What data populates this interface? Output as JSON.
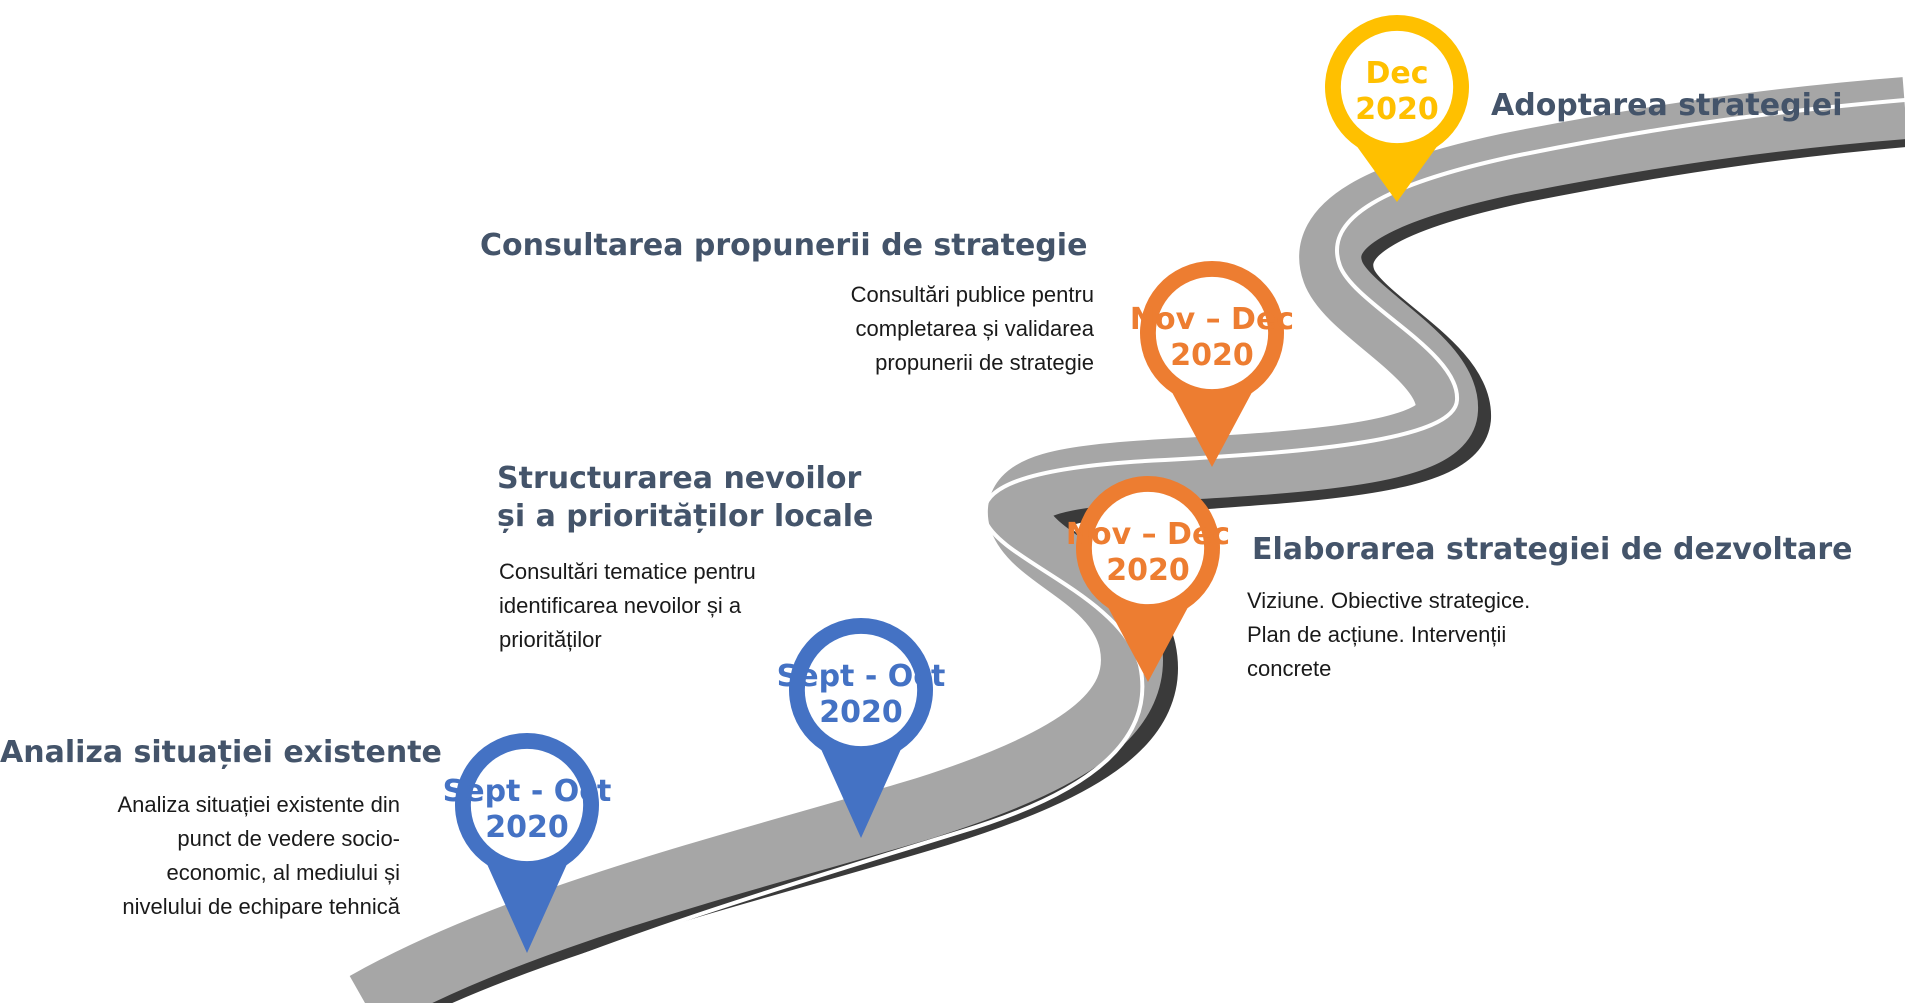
{
  "milestones": [
    {
      "title": "Analiza situației existente",
      "title_lines": [],
      "desc_lines": [
        "Analiza situației existente din",
        "punct de vedere socio-",
        "economic, al mediului și",
        "nivelului de echipare tehnică"
      ],
      "pin": {
        "line1": "Sept - Oct",
        "line2": "2020",
        "color": "#4472c4"
      }
    },
    {
      "title": "",
      "title_lines": [
        "Structurarea nevoilor",
        "și a priorităților locale"
      ],
      "desc_lines": [
        "Consultări tematice pentru",
        "identificarea nevoilor și a",
        "priorităților"
      ],
      "pin": {
        "line1": "Sept - Oct",
        "line2": "2020",
        "color": "#4472c4"
      }
    },
    {
      "title": "Elaborarea strategiei de dezvoltare",
      "title_lines": [],
      "desc_lines": [
        "Viziune. Obiective strategice.",
        "Plan de acțiune. Intervenții",
        "concrete"
      ],
      "pin": {
        "line1": "Nov – Dec",
        "line2": "2020",
        "color": "#ed7d31"
      }
    },
    {
      "title": "Consultarea propunerii de strategie",
      "title_lines": [],
      "desc_lines": [
        "Consultări publice pentru",
        "completarea și validarea",
        "propunerii de strategie"
      ],
      "pin": {
        "line1": "Nov – Dec",
        "line2": "2020",
        "color": "#ed7d31"
      }
    },
    {
      "title": "Adoptarea strategiei",
      "title_lines": [],
      "desc_lines": [],
      "pin": {
        "line1": "Dec",
        "line2": "2020",
        "color": "#ffc000"
      }
    }
  ],
  "colors": {
    "title_text": "#44546a",
    "road": "#a6a6a6",
    "road_shadow": "#3a3a3a",
    "road_line": "#ffffff"
  }
}
